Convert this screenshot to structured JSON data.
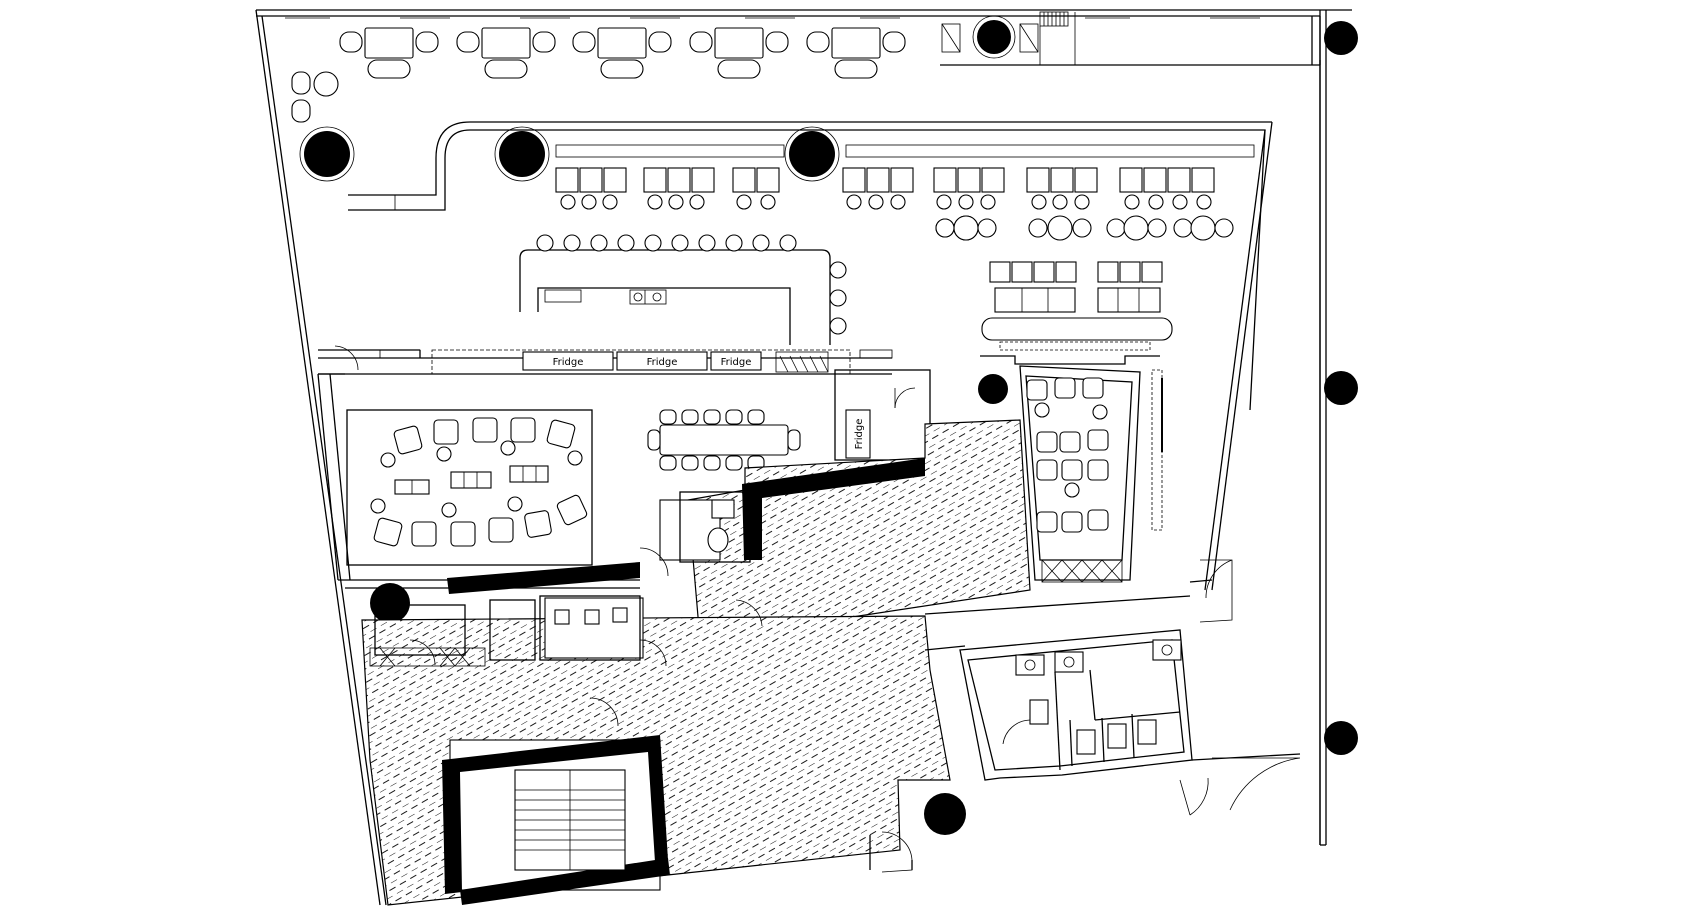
{
  "plan": {
    "labels": {
      "fridge_1": "Fridge",
      "fridge_2": "Fridge",
      "fridge_3": "Fridge",
      "fridge_vertical": "Fridge"
    }
  },
  "colors": {
    "background": "#ffffff",
    "linework": "#000000",
    "hatch": "#000000"
  }
}
